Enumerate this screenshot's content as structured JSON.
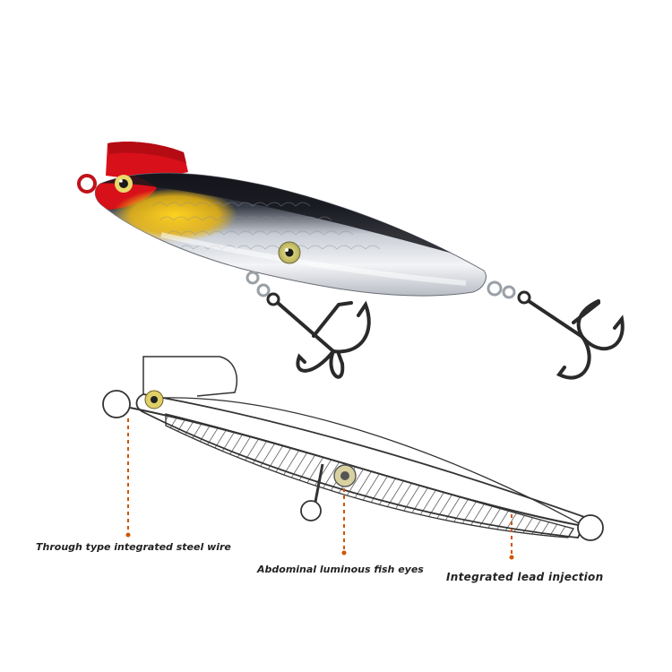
{
  "labels": {
    "wire": "Through type integrated steel wire",
    "eyes": "Abdominal luminous fish eyes",
    "lead": "Integrated lead injection"
  },
  "colors": {
    "lip_red": "#d8101a",
    "back_black": "#1a1a22",
    "belly_silver": "#d9dde3",
    "throat_yellow": "#f0c419",
    "hook_metal": "#2a2a2a",
    "leader_line": "#d35400",
    "outline": "#333333"
  },
  "icons": {
    "lure": "fishing-lure-illustration",
    "hook": "treble-hook-icon",
    "eye": "luminous-eye-icon"
  }
}
